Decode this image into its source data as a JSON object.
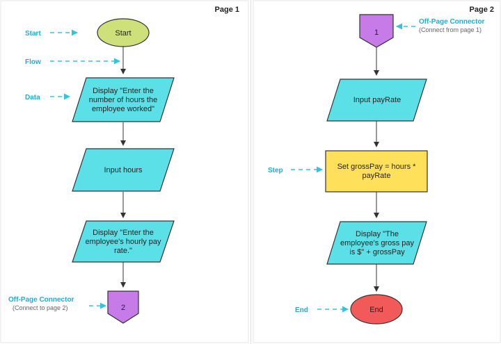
{
  "pages": {
    "page1": {
      "title": "Page 1"
    },
    "page2": {
      "title": "Page 2"
    }
  },
  "legend": {
    "start": "Start",
    "flow": "Flow",
    "data": "Data",
    "step": "Step",
    "end": "End",
    "offpage_connector": "Off-Page Connector",
    "connect_to_page_2": "(Connect to page 2)",
    "connect_from_page_1": "(Connect from page 1)"
  },
  "page1": {
    "start_label": "Start",
    "data1": "Display \"Enter the number of hours the employee worked\"",
    "data2": "Input hours",
    "data3": "Display \"Enter the employee's hourly pay rate.\"",
    "connector": "2"
  },
  "page2": {
    "connector": "1",
    "data1": "Input payRate",
    "step1": "Set grossPay = hours * payRate",
    "data2": "Display \"The employee's gross pay is $\" + grossPay",
    "end_label": "End"
  },
  "colors": {
    "terminator_start": "#cde07a",
    "terminator_end": "#f25a5a",
    "data_fill": "#5ce0e8",
    "process_fill": "#ffe05a",
    "connector_fill": "#c67be8",
    "legend_text": "#1aaed6",
    "legend_arrow": "#33c3df"
  }
}
